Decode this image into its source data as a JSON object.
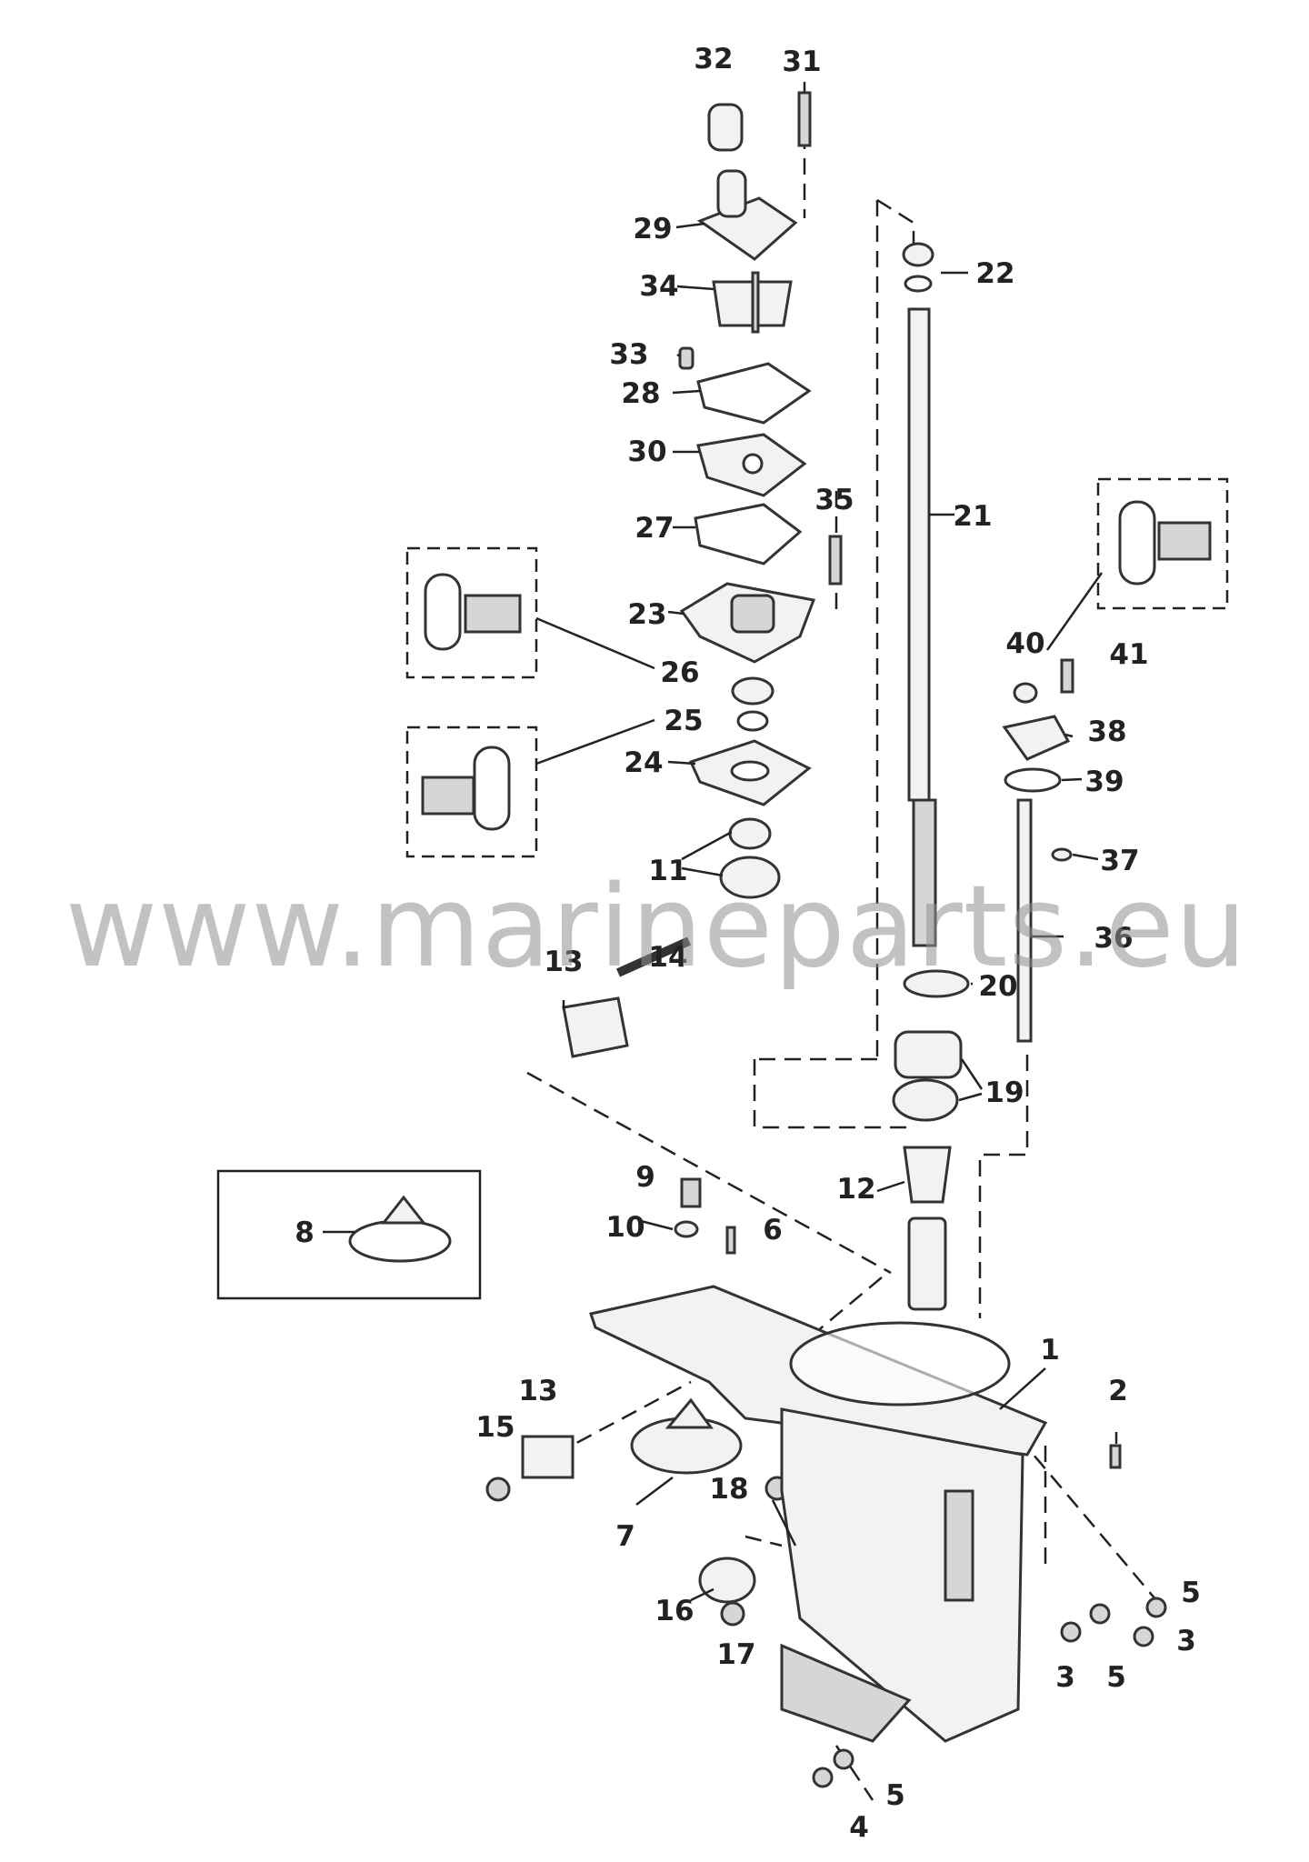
{
  "watermark": "www.marineparts.eu",
  "callouts": {
    "c1": "1",
    "c2": "2",
    "c3a": "3",
    "c3b": "3",
    "c4": "4",
    "c5a": "5",
    "c5b": "5",
    "c5c": "5",
    "c6": "6",
    "c7": "7",
    "c8": "8",
    "c9": "9",
    "c10": "10",
    "c11": "11",
    "c12": "12",
    "c13a": "13",
    "c13b": "13",
    "c14": "14",
    "c15": "15",
    "c16": "16",
    "c17": "17",
    "c18": "18",
    "c19": "19",
    "c20": "20",
    "c21": "21",
    "c22": "22",
    "c23": "23",
    "c24": "24",
    "c25": "25",
    "c26": "26",
    "c27": "27",
    "c28": "28",
    "c29": "29",
    "c30": "30",
    "c31": "31",
    "c32": "32",
    "c33": "33",
    "c34": "34",
    "c35": "35",
    "c36": "36",
    "c37": "37",
    "c38": "38",
    "c39": "39",
    "c40": "40",
    "c41": "41"
  }
}
